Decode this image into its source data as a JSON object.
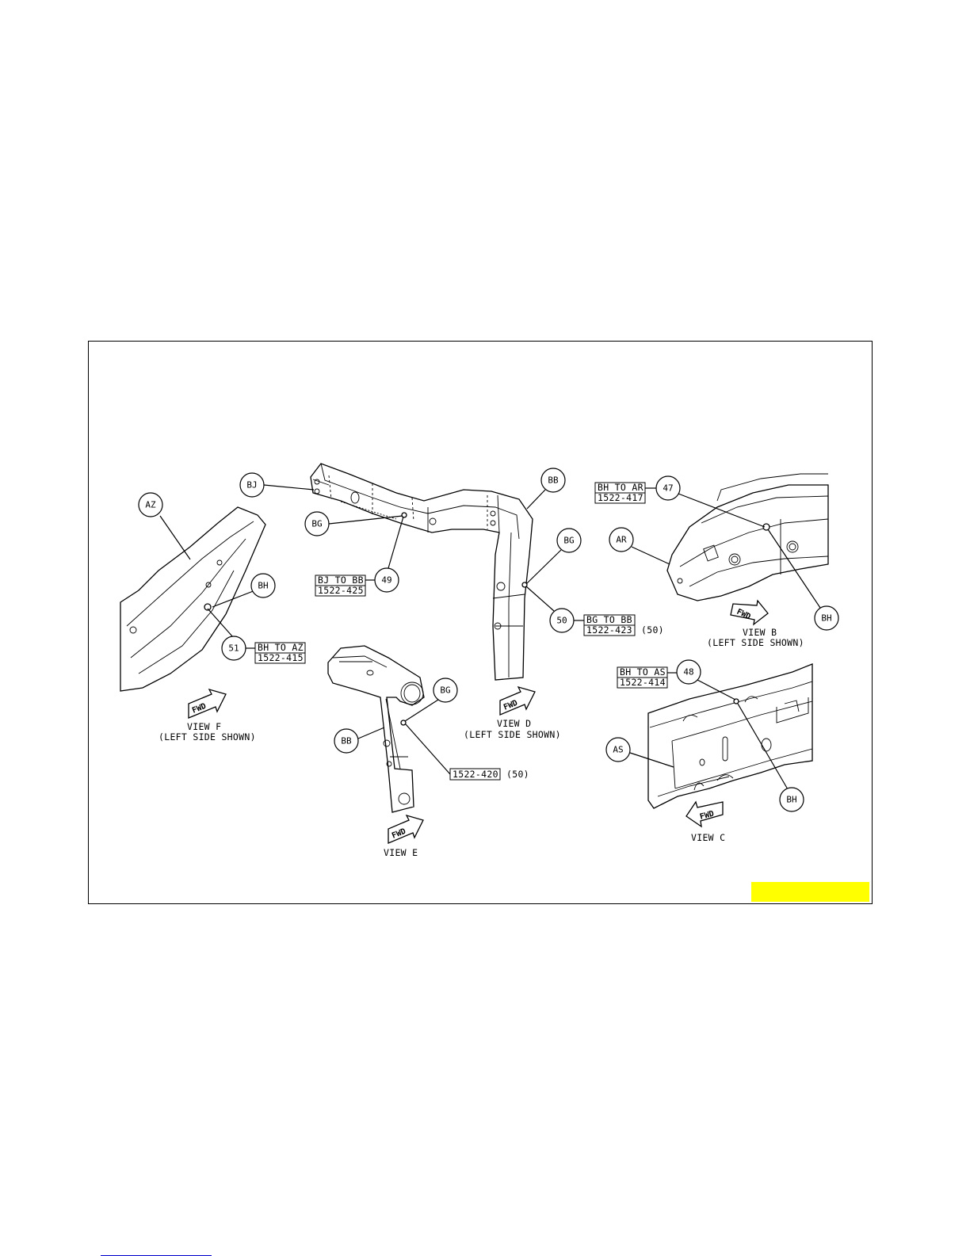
{
  "colors": {
    "highlight": "#ffff00",
    "line": "#000000",
    "footline": "#0000cc"
  },
  "callouts": {
    "az": "AZ",
    "bh_f": "BH",
    "n51": "51",
    "bj": "BJ",
    "bg_top": "BG",
    "n49": "49",
    "bb_top": "BB",
    "bg_d": "BG",
    "n50": "50",
    "n47": "47",
    "ar": "AR",
    "bh_b": "BH",
    "bg_e": "BG",
    "bb_e": "BB",
    "n48": "48",
    "as": "AS",
    "bh_c": "BH"
  },
  "part_labels": {
    "bh_to_az": "BH TO AZ",
    "p415": "1522-415",
    "bj_to_bb": "BJ TO BB",
    "p425": "1522-425",
    "bg_to_bb": "BG TO BB",
    "p423": "1522-423",
    "q423": "(50)",
    "bh_to_ar": "BH TO AR",
    "p417": "1522-417",
    "p420": "1522-420",
    "q420": "(50)",
    "bh_to_as": "BH TO AS",
    "p414": "1522-414"
  },
  "views": {
    "f": "VIEW F",
    "f_sub": "(LEFT SIDE SHOWN)",
    "d": "VIEW D",
    "d_sub": "(LEFT SIDE SHOWN)",
    "b": "VIEW B",
    "b_sub": "(LEFT SIDE SHOWN)",
    "e": "VIEW E",
    "c": "VIEW C"
  },
  "arrow_text": "FWD"
}
